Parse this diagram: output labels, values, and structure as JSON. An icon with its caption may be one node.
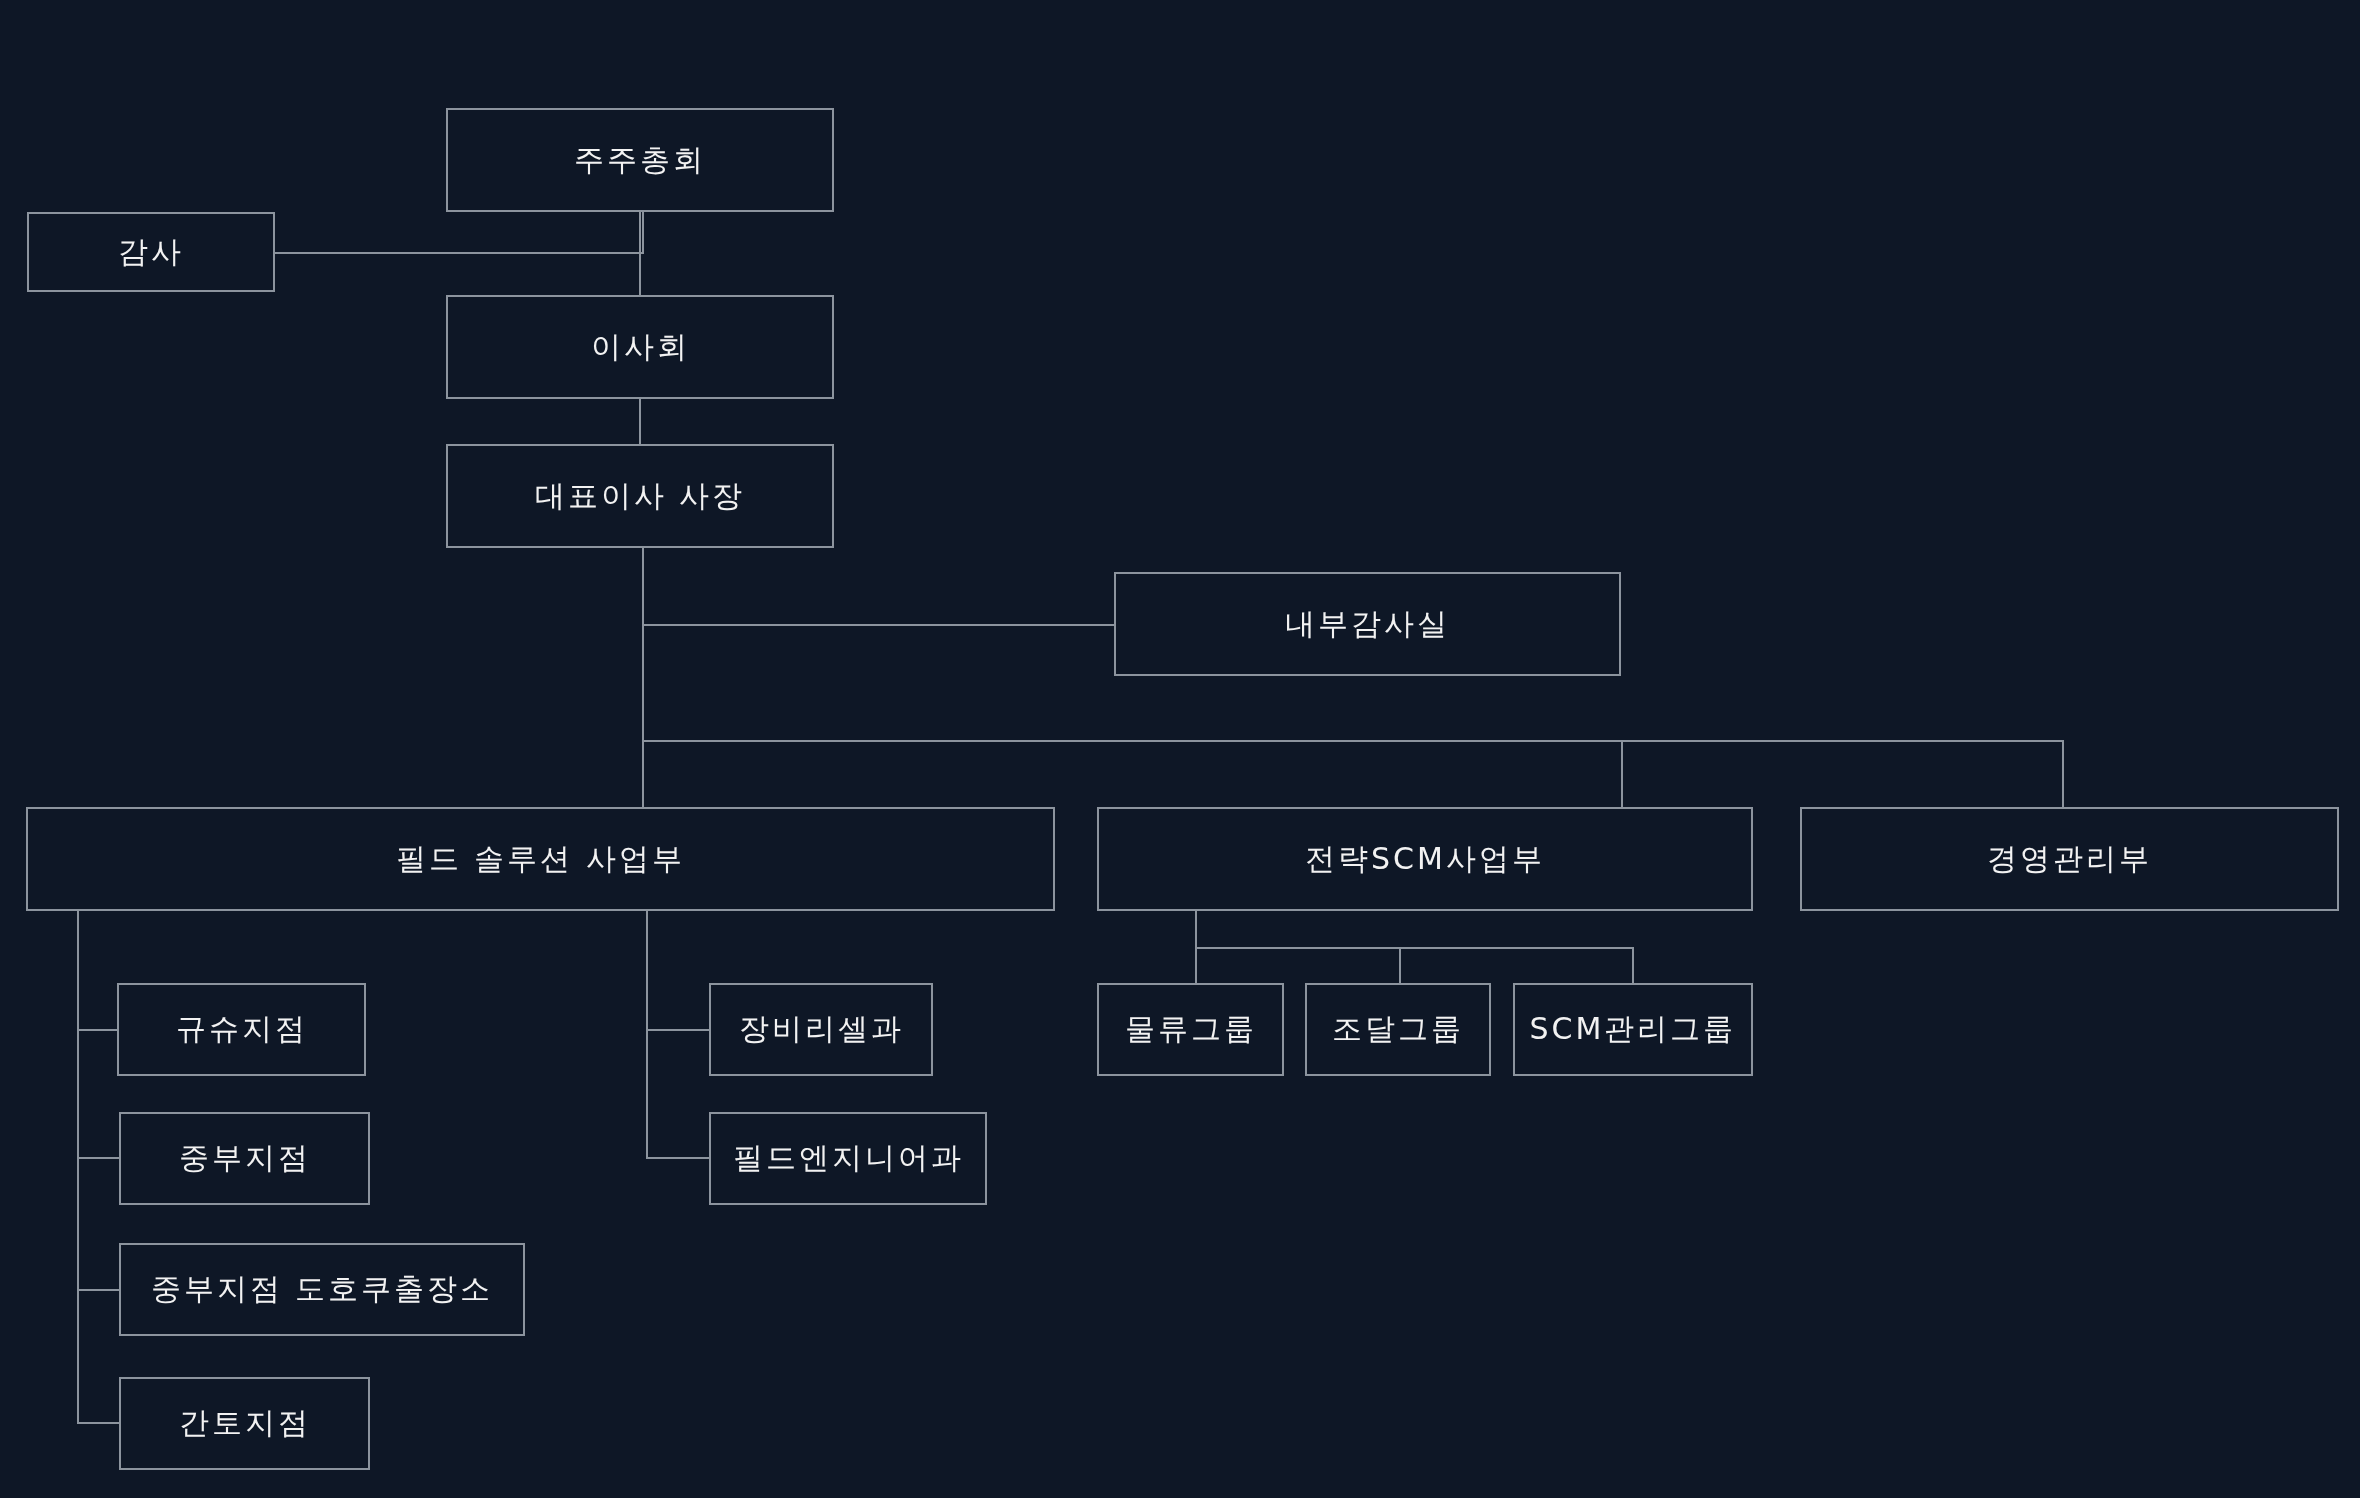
{
  "diagram": {
    "nodes": [
      {
        "text": [
          "주주총회"
        ]
      },
      {
        "text": [
          "감사"
        ]
      },
      {
        "text": [
          "이사회"
        ]
      },
      {
        "text": [
          "대표이사 사장"
        ]
      },
      {
        "text": [
          "내부감사실"
        ]
      },
      {
        "text": [
          "필드 솔루션 사업부"
        ]
      },
      {
        "text": [
          "전략SCM사업부"
        ]
      },
      {
        "text": [
          "경영관리부"
        ]
      },
      {
        "text": [
          "규슈지점"
        ]
      },
      {
        "text": [
          "중부지점"
        ]
      },
      {
        "text": [
          "중부지점 도호쿠출장소"
        ]
      },
      {
        "text": [
          "간토지점"
        ]
      },
      {
        "text": [
          "장비리셀과"
        ]
      },
      {
        "text": [
          "필드엔지니어과"
        ]
      },
      {
        "text": [
          "물류그룹"
        ]
      },
      {
        "text": [
          "조달그룹"
        ]
      },
      {
        "text": [
          "SCM관리그룹"
        ]
      }
    ],
    "edges": [
      {
        "from": 0,
        "to": 2,
        "arrow": "none"
      },
      {
        "from": 1,
        "to": 0,
        "arrow": "none"
      },
      {
        "from": 2,
        "to": 3,
        "arrow": "none"
      },
      {
        "from": 3,
        "to": 4,
        "arrow": "none"
      },
      {
        "from": 3,
        "to": 5,
        "arrow": "none"
      },
      {
        "from": 3,
        "to": 6,
        "arrow": "none"
      },
      {
        "from": 3,
        "to": 7,
        "arrow": "none"
      },
      {
        "from": 5,
        "to": 8,
        "arrow": "none"
      },
      {
        "from": 5,
        "to": 9,
        "arrow": "none"
      },
      {
        "from": 5,
        "to": 10,
        "arrow": "none"
      },
      {
        "from": 5,
        "to": 11,
        "arrow": "none"
      },
      {
        "from": 5,
        "to": 12,
        "arrow": "none"
      },
      {
        "from": 5,
        "to": 13,
        "arrow": "none"
      },
      {
        "from": 6,
        "to": 14,
        "arrow": "none"
      },
      {
        "from": 6,
        "to": 15,
        "arrow": "none"
      },
      {
        "from": 6,
        "to": 16,
        "arrow": "none"
      }
    ]
  }
}
